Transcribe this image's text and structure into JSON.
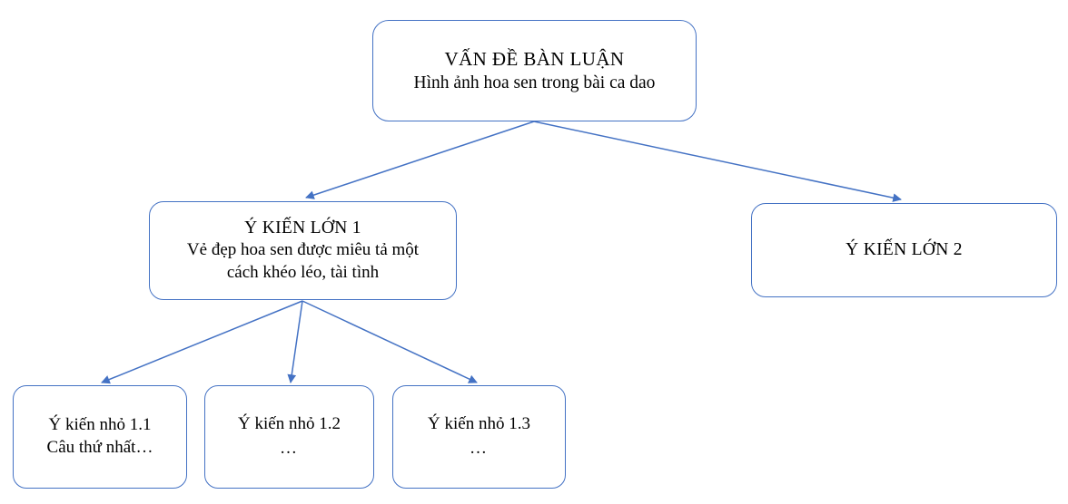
{
  "diagram": {
    "type": "hierarchy-tree",
    "accent_color": "#4472C4",
    "text_color": "#000000",
    "background_color": "#FFFFFF",
    "nodes": {
      "root": {
        "title": "VẤN ĐỀ BÀN LUẬN",
        "subtitle": "Hình ảnh hoa sen trong bài ca dao"
      },
      "main_1": {
        "title": "Ý KIẾN LỚN 1",
        "subtitle_line1": "Vẻ đẹp hoa sen được miêu tả một",
        "subtitle_line2": "cách khéo léo, tài tình"
      },
      "main_2": {
        "title": "Ý KIẾN LỚN 2",
        "subtitle": ""
      },
      "sub_1": {
        "title": "Ý kiến nhỏ 1.1",
        "subtitle": "Câu thứ nhất…"
      },
      "sub_2": {
        "title": "Ý kiến nhỏ 1.2",
        "subtitle": "…"
      },
      "sub_3": {
        "title": "Ý kiến nhỏ 1.3",
        "subtitle": "…"
      }
    },
    "edges": [
      {
        "from": "root",
        "to": "main_1"
      },
      {
        "from": "root",
        "to": "main_2"
      },
      {
        "from": "main_1",
        "to": "sub_1"
      },
      {
        "from": "main_1",
        "to": "sub_2"
      },
      {
        "from": "main_1",
        "to": "sub_3"
      }
    ]
  }
}
